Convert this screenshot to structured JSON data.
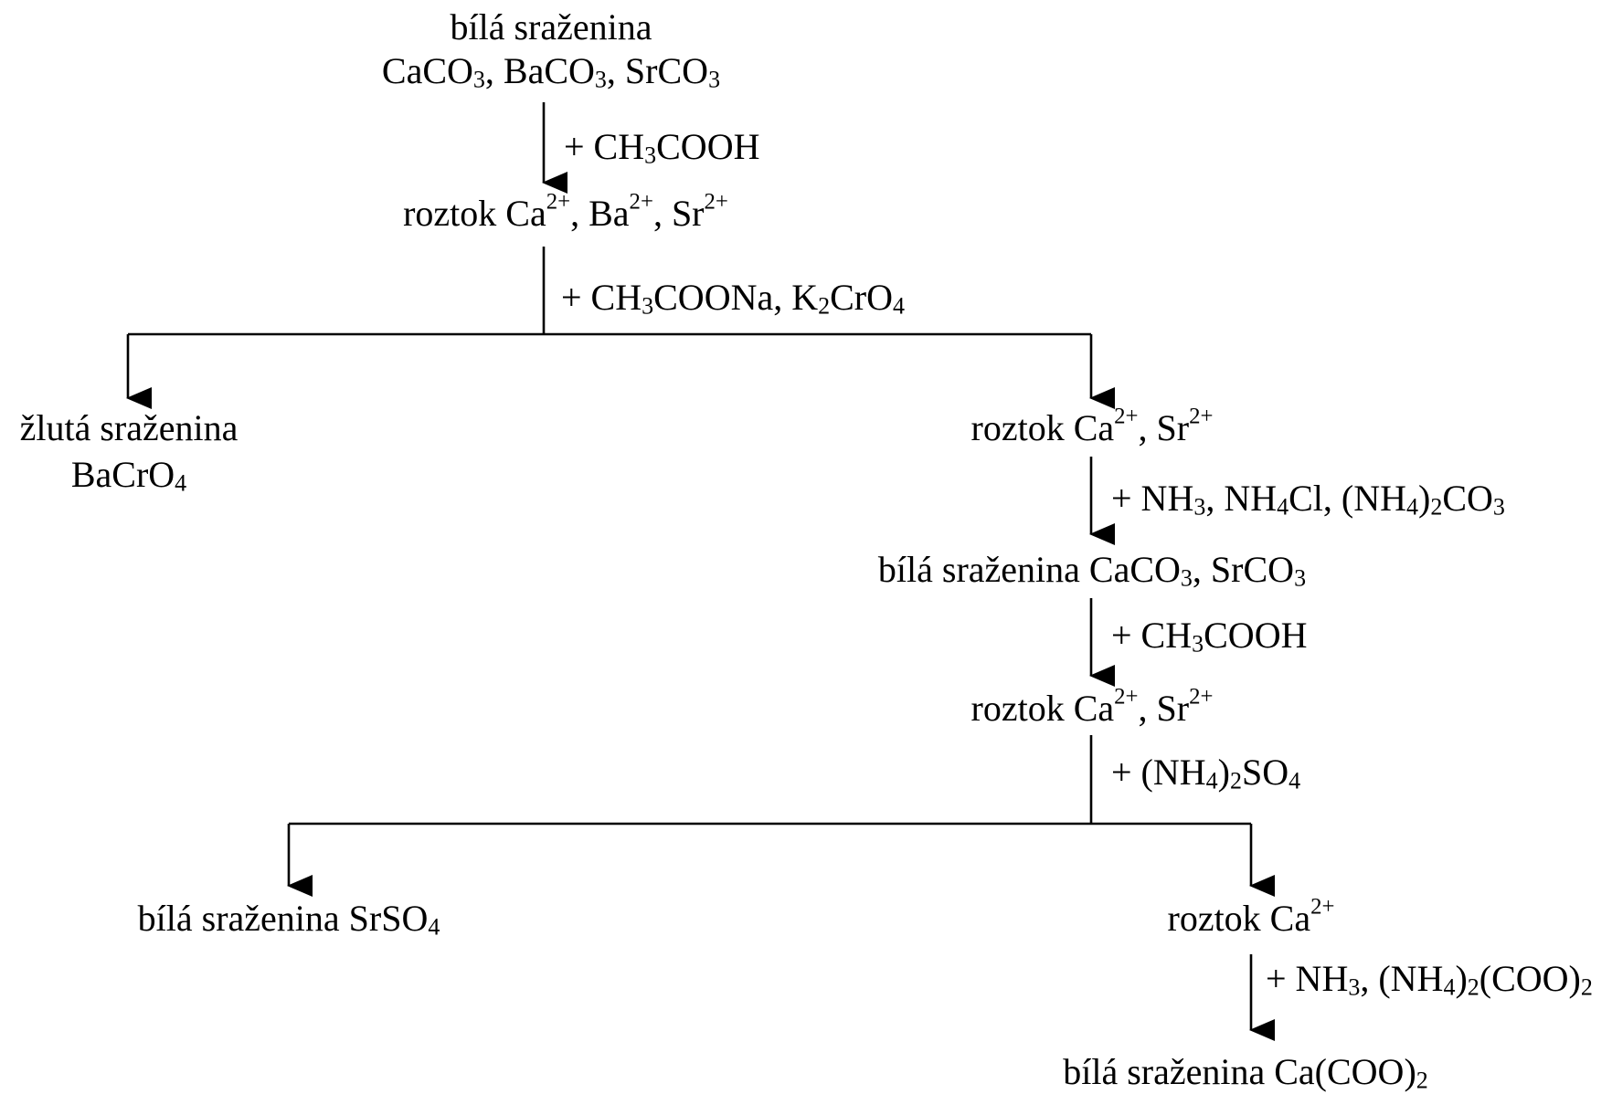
{
  "nodes": {
    "n1_l1": "bílá sraženina",
    "n1_l2": "CaCO<sub>3</sub>, BaCO<sub>3</sub>, SrCO<sub>3</sub>",
    "n2": "roztok Ca<sup>2+</sup>, Ba<sup>2+</sup>, Sr<sup>2+</sup>",
    "n3_l1": "žlutá sraženina",
    "n3_l2": "BaCrO<sub>4</sub>",
    "n4": "roztok Ca<sup>2+</sup>, Sr<sup>2+</sup>",
    "n5": "bílá sraženina CaCO<sub>3</sub>, SrCO<sub>3</sub>",
    "n6": "roztok Ca<sup>2+</sup>, Sr<sup>2+</sup>",
    "n7": "bílá sraženina SrSO<sub>4</sub>",
    "n8": "roztok Ca<sup>2+</sup>",
    "n9": "bílá sraženina Ca(COO)<sub>2</sub>"
  },
  "reagents": {
    "r1": "+ CH<sub>3</sub>COOH",
    "r2": "+ CH<sub>3</sub>COONa, K<sub>2</sub>CrO<sub>4</sub>",
    "r3": "+ NH<sub>3</sub>, NH<sub>4</sub>Cl, (NH<sub>4</sub>)<sub>2</sub>CO<sub>3</sub>",
    "r4": "+ CH<sub>3</sub>COOH",
    "r5": "+ (NH<sub>4</sub>)<sub>2</sub>SO<sub>4</sub>",
    "r6": "+ NH<sub>3</sub>, (NH<sub>4</sub>)<sub>2</sub>(COO)<sub>2</sub>"
  }
}
